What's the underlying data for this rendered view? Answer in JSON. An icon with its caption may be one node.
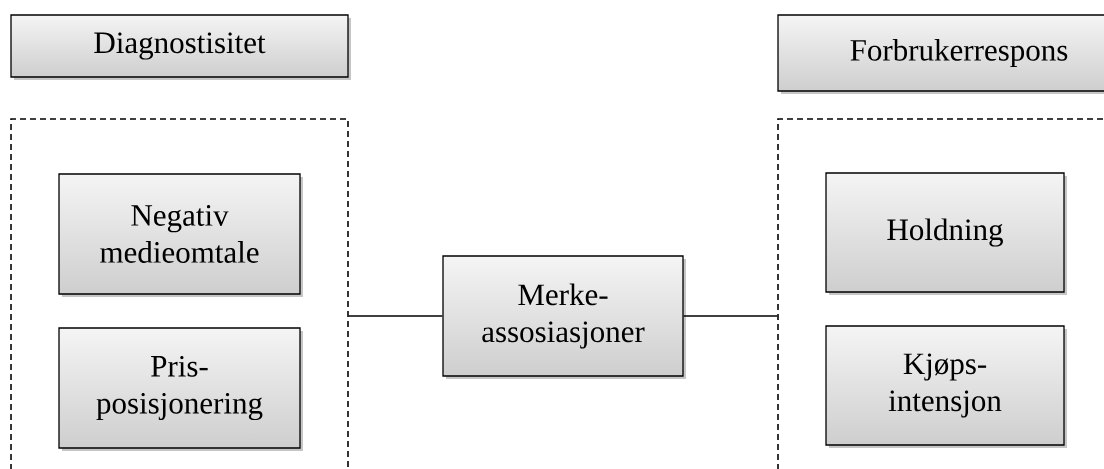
{
  "diagram": {
    "nodes": [
      {
        "text": [
          "Diagnostisitet"
        ]
      },
      {
        "text": [],
        "shape": "box"
      },
      {
        "text": [
          "Negativ medieomtale"
        ],
        "in": 1
      },
      {
        "text": [
          "Pris- posisjonering"
        ],
        "in": 1
      },
      {
        "text": [
          "Merke- assosiasjoner"
        ]
      },
      {
        "text": [
          "Forbrukerrespons"
        ]
      },
      {
        "text": [],
        "shape": "box"
      },
      {
        "text": [
          "Holdning"
        ],
        "in": 6
      },
      {
        "text": [
          "Kjøps- intensjon"
        ],
        "in": 6
      }
    ],
    "edges": [
      {
        "from": 1,
        "to": 4,
        "arrow": "none"
      },
      {
        "from": 4,
        "to": 6,
        "arrow": "none"
      }
    ]
  }
}
